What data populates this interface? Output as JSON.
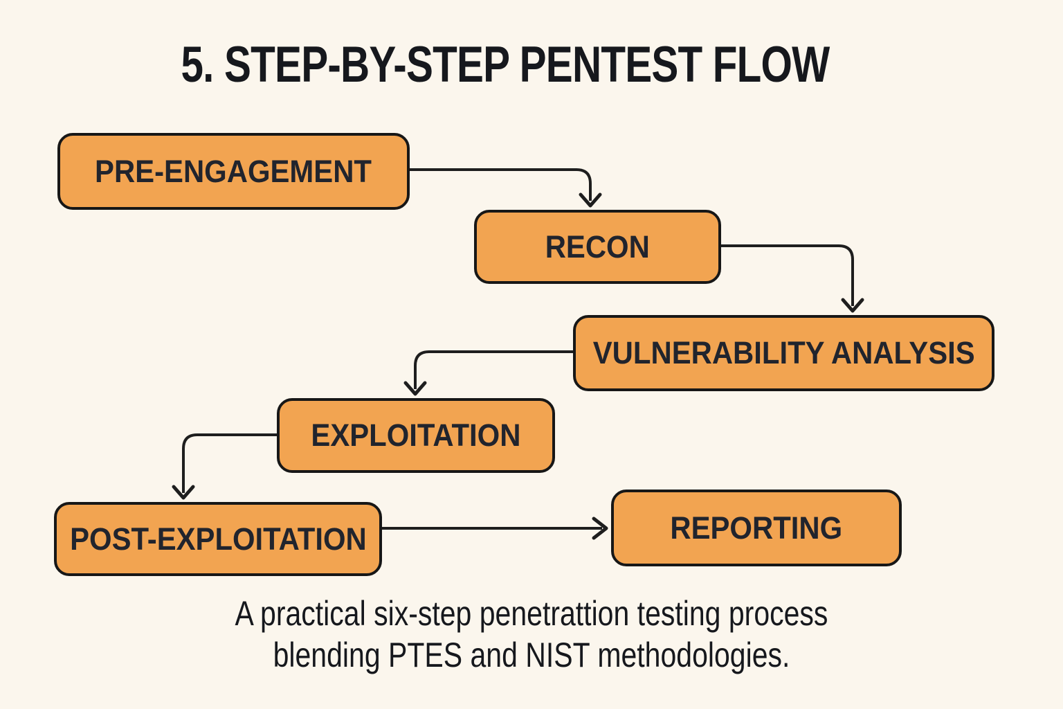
{
  "title": "5. STEP-BY-STEP PENTEST FLOW",
  "caption": {
    "line1": "A practical six-step penetrattion testing process",
    "line2": "blending PTES and NIST methodologies."
  },
  "flow": {
    "nodes": [
      {
        "id": "pre-engagement",
        "label": "PRE-ENGAGEMENT"
      },
      {
        "id": "recon",
        "label": "RECON"
      },
      {
        "id": "vulnerability-analysis",
        "label": "VULNERABILITY ANALYSIS"
      },
      {
        "id": "exploitation",
        "label": "EXPLOITATION"
      },
      {
        "id": "post-exploitation",
        "label": "POST-EXPLOITATION"
      },
      {
        "id": "reporting",
        "label": "REPORTING"
      }
    ],
    "edges": [
      {
        "from": "pre-engagement",
        "to": "recon"
      },
      {
        "from": "recon",
        "to": "vulnerability-analysis"
      },
      {
        "from": "vulnerability-analysis",
        "to": "exploitation"
      },
      {
        "from": "exploitation",
        "to": "post-exploitation"
      },
      {
        "from": "post-exploitation",
        "to": "reporting"
      }
    ]
  },
  "colors": {
    "background": "#FBF6ED",
    "node_fill": "#F2A451",
    "node_border": "#171717",
    "node_text": "#21242D",
    "title_text": "#16181D",
    "arrow": "#1E1E1E"
  }
}
